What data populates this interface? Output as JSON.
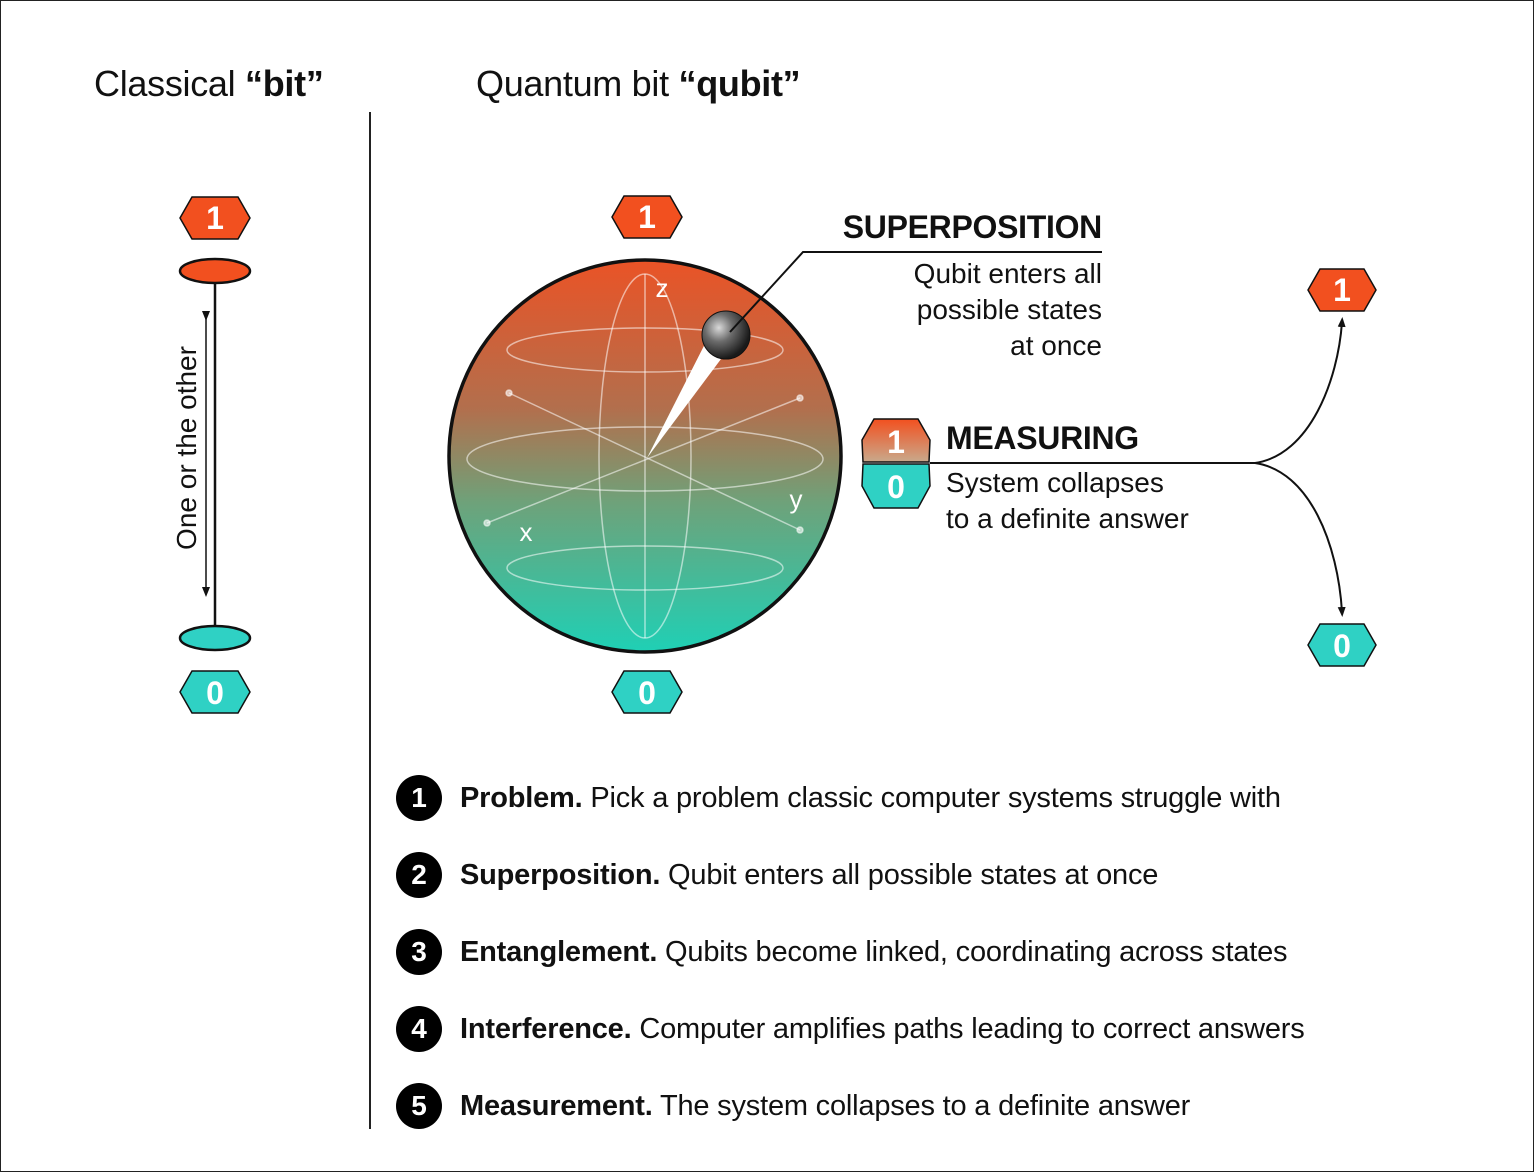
{
  "titles": {
    "classical_prefix": "Classical ",
    "classical_bold": "“bit”",
    "quantum_prefix": "Quantum bit ",
    "quantum_bold": "“qubit”"
  },
  "classical": {
    "top_value": "1",
    "bottom_value": "0",
    "axis_label": "One or the other"
  },
  "sphere": {
    "top_value": "1",
    "bottom_value": "0",
    "axis_z": "z",
    "axis_x": "x",
    "axis_y": "y"
  },
  "superposition": {
    "heading": "SUPERPOSITION",
    "line1": "Qubit enters all",
    "line2": "possible states",
    "line3": "at once"
  },
  "measuring": {
    "badge_top": "1",
    "badge_bottom": "0",
    "heading": "MEASURING",
    "line1": "System collapses",
    "line2": "to a definite answer",
    "outcome_top": "1",
    "outcome_bottom": "0"
  },
  "steps": [
    {
      "number": "1",
      "term": "Problem.",
      "text": " Pick a problem classic computer systems struggle with"
    },
    {
      "number": "2",
      "term": "Superposition.",
      "text": " Qubit enters all possible states at once"
    },
    {
      "number": "3",
      "term": "Entanglement.",
      "text": " Qubits become linked, coordinating across states"
    },
    {
      "number": "4",
      "term": "Interference.",
      "text": " Computer amplifies paths leading to correct answers"
    },
    {
      "number": "5",
      "term": "Measurement.",
      "text": " The system collapses to a definite answer"
    }
  ],
  "colors": {
    "orange": "#f2501f",
    "teal": "#2fd1c4",
    "sphere_top": "#e8582a",
    "sphere_bottom": "#1fcfb3",
    "ink": "#111111"
  }
}
